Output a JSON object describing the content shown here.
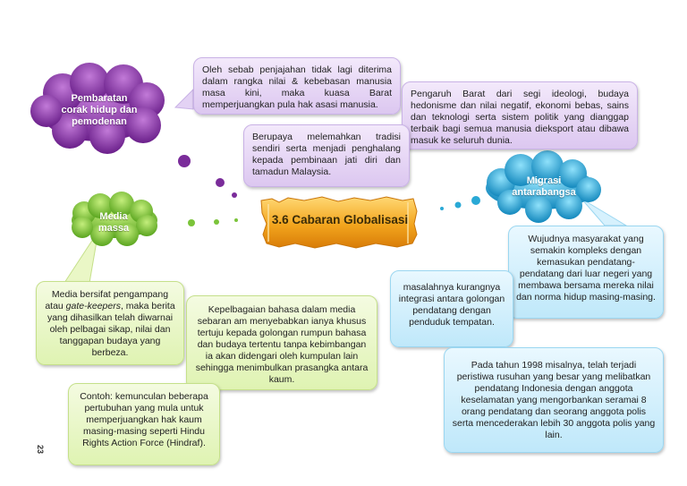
{
  "title": "3.6 Cabaran Globalisasi",
  "page_number": "23",
  "colors": {
    "purple_cloud": "#8a3ea8",
    "green_cloud": "#7bc43a",
    "blue_cloud": "#2aa9d6",
    "title_banner": "#f2a21b"
  },
  "clouds": {
    "pembaratan": {
      "line1": "Pembaratan",
      "line2": "corak hidup dan",
      "line3": "pemodenan"
    },
    "media": {
      "line1": "Media",
      "line2": "massa"
    },
    "migrasi": {
      "line1": "Migrasi",
      "line2": "antarabangsa"
    }
  },
  "boxes": {
    "purple_1": "Oleh sebab penjajahan tidak lagi diterima dalam rangka nilai & kebebasan manusia masa kini, maka kuasa Barat memperjuangkan pula hak asasi manusia.",
    "purple_2": "Pengaruh Barat dari segi ideologi, budaya hedonisme dan nilai negatif, ekonomi bebas, sains dan teknologi serta sistem politik yang dianggap terbaik bagi semua manusia dieksport atau dibawa masuk ke seluruh dunia.",
    "purple_3": "Berupaya melemahkan tradisi sendiri serta menjadi penghalang kepada pembinaan jati diri dan tamadun Malaysia.",
    "green_1_pre": "Media bersifat pengampang atau ",
    "green_1_em": "gate-keepers",
    "green_1_post": ", maka berita yang dihasilkan telah diwarnai oleh pelbagai sikap, nilai dan tanggapan budaya yang berbeza.",
    "green_2": "Kepelbagaian bahasa dalam media sebaran am menyebabkan ianya khusus tertuju kepada golongan rumpun bahasa dan budaya tertentu tanpa kebimbangan ia akan didengari oleh kumpulan lain sehingga menimbulkan prasangka antara kaum.",
    "green_3": "Contoh: kemunculan beberapa pertubuhan yang mula untuk memperjuangkan hak kaum masing-masing seperti Hindu Rights Action Force (Hindraf).",
    "blue_1": "Wujudnya masyarakat yang semakin kompleks dengan kemasukan pendatang-pendatang dari luar negeri yang membawa bersama mereka nilai dan norma hidup masing-masing.",
    "blue_2": "masalahnya kurangnya integrasi antara golongan pendatang dengan penduduk tempatan.",
    "blue_3": "Pada tahun 1998 misalnya, telah terjadi peristiwa rusuhan yang besar yang melibatkan pendatang Indonesia dengan anggota keselamatan yang mengorbankan seramai 8 orang pendatang dan seorang anggota polis serta mencederakan lebih 30 anggota polis yang lain."
  }
}
